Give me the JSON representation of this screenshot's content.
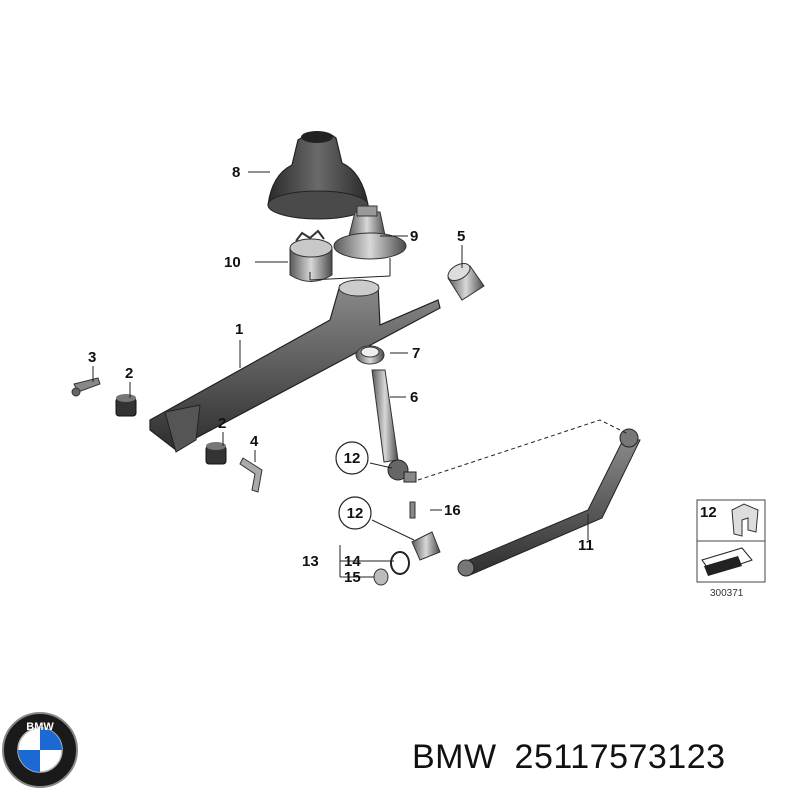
{
  "callouts": {
    "c1": "1",
    "c2a": "2",
    "c2b": "2",
    "c3": "3",
    "c4": "4",
    "c5": "5",
    "c6": "6",
    "c7": "7",
    "c8": "8",
    "c9": "9",
    "c10": "10",
    "c11": "11",
    "c12a": "12",
    "c12b": "12",
    "c13": "13",
    "c14": "14",
    "c15": "15",
    "c16": "16"
  },
  "inset": {
    "label": "12",
    "code": "300371"
  },
  "brand": {
    "name": "BMW",
    "part_number": "25117573123",
    "logo_text": "BMW"
  },
  "colors": {
    "part_dark": "#3a3a3a",
    "part_mid": "#6e6e6e",
    "part_light": "#b8b8b8",
    "logo_blue": "#1c69d4"
  }
}
